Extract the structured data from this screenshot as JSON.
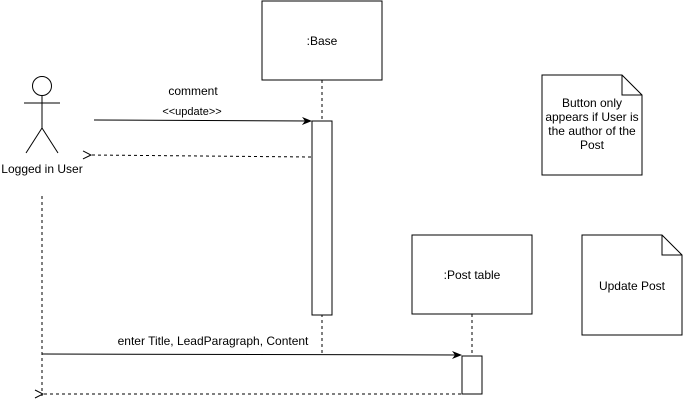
{
  "actor": {
    "label": "Logged in User"
  },
  "lifelines": {
    "base": {
      "label": ":Base"
    },
    "post_table": {
      "label": ":Post table"
    }
  },
  "messages": {
    "comment": {
      "label": "comment"
    },
    "update": {
      "label": "<<update>>"
    },
    "enter": {
      "label": "enter Title, LeadParagraph, Content"
    }
  },
  "notes": {
    "author_note": {
      "lines": [
        "Button only",
        "appears if User is",
        "the author of the",
        "Post"
      ]
    },
    "update_post": {
      "label": "Update Post"
    }
  },
  "colors": {
    "stroke": "#000000",
    "background": "#ffffff"
  }
}
